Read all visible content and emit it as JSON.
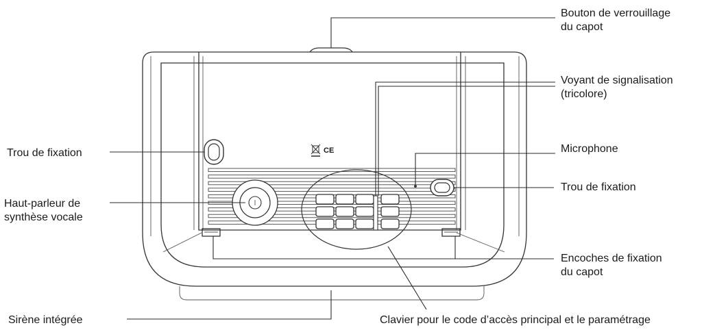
{
  "labels": {
    "hood_lock_button": [
      "Bouton de verrouillage",
      "du capot"
    ],
    "status_light": [
      "Voyant de signalisation",
      "(tricolore)"
    ],
    "fixing_hole_left": "Trou de fixation",
    "microphone": "Microphone",
    "fixing_hole_right": "Trou de fixation",
    "speaker": [
      "Haut-parleur de",
      "synthèse vocale"
    ],
    "hood_notches": [
      "Encoches de fixation",
      "du capot"
    ],
    "siren": "Sirène intégrée",
    "keypad": "Clavier pour le code d’accès principal et le paramétrage"
  },
  "markings": {
    "certification": "CE",
    "weee_icon": "crossed-bin-icon"
  },
  "keypad": {
    "rows": 3,
    "main_columns": 3,
    "side_columns": 1
  }
}
